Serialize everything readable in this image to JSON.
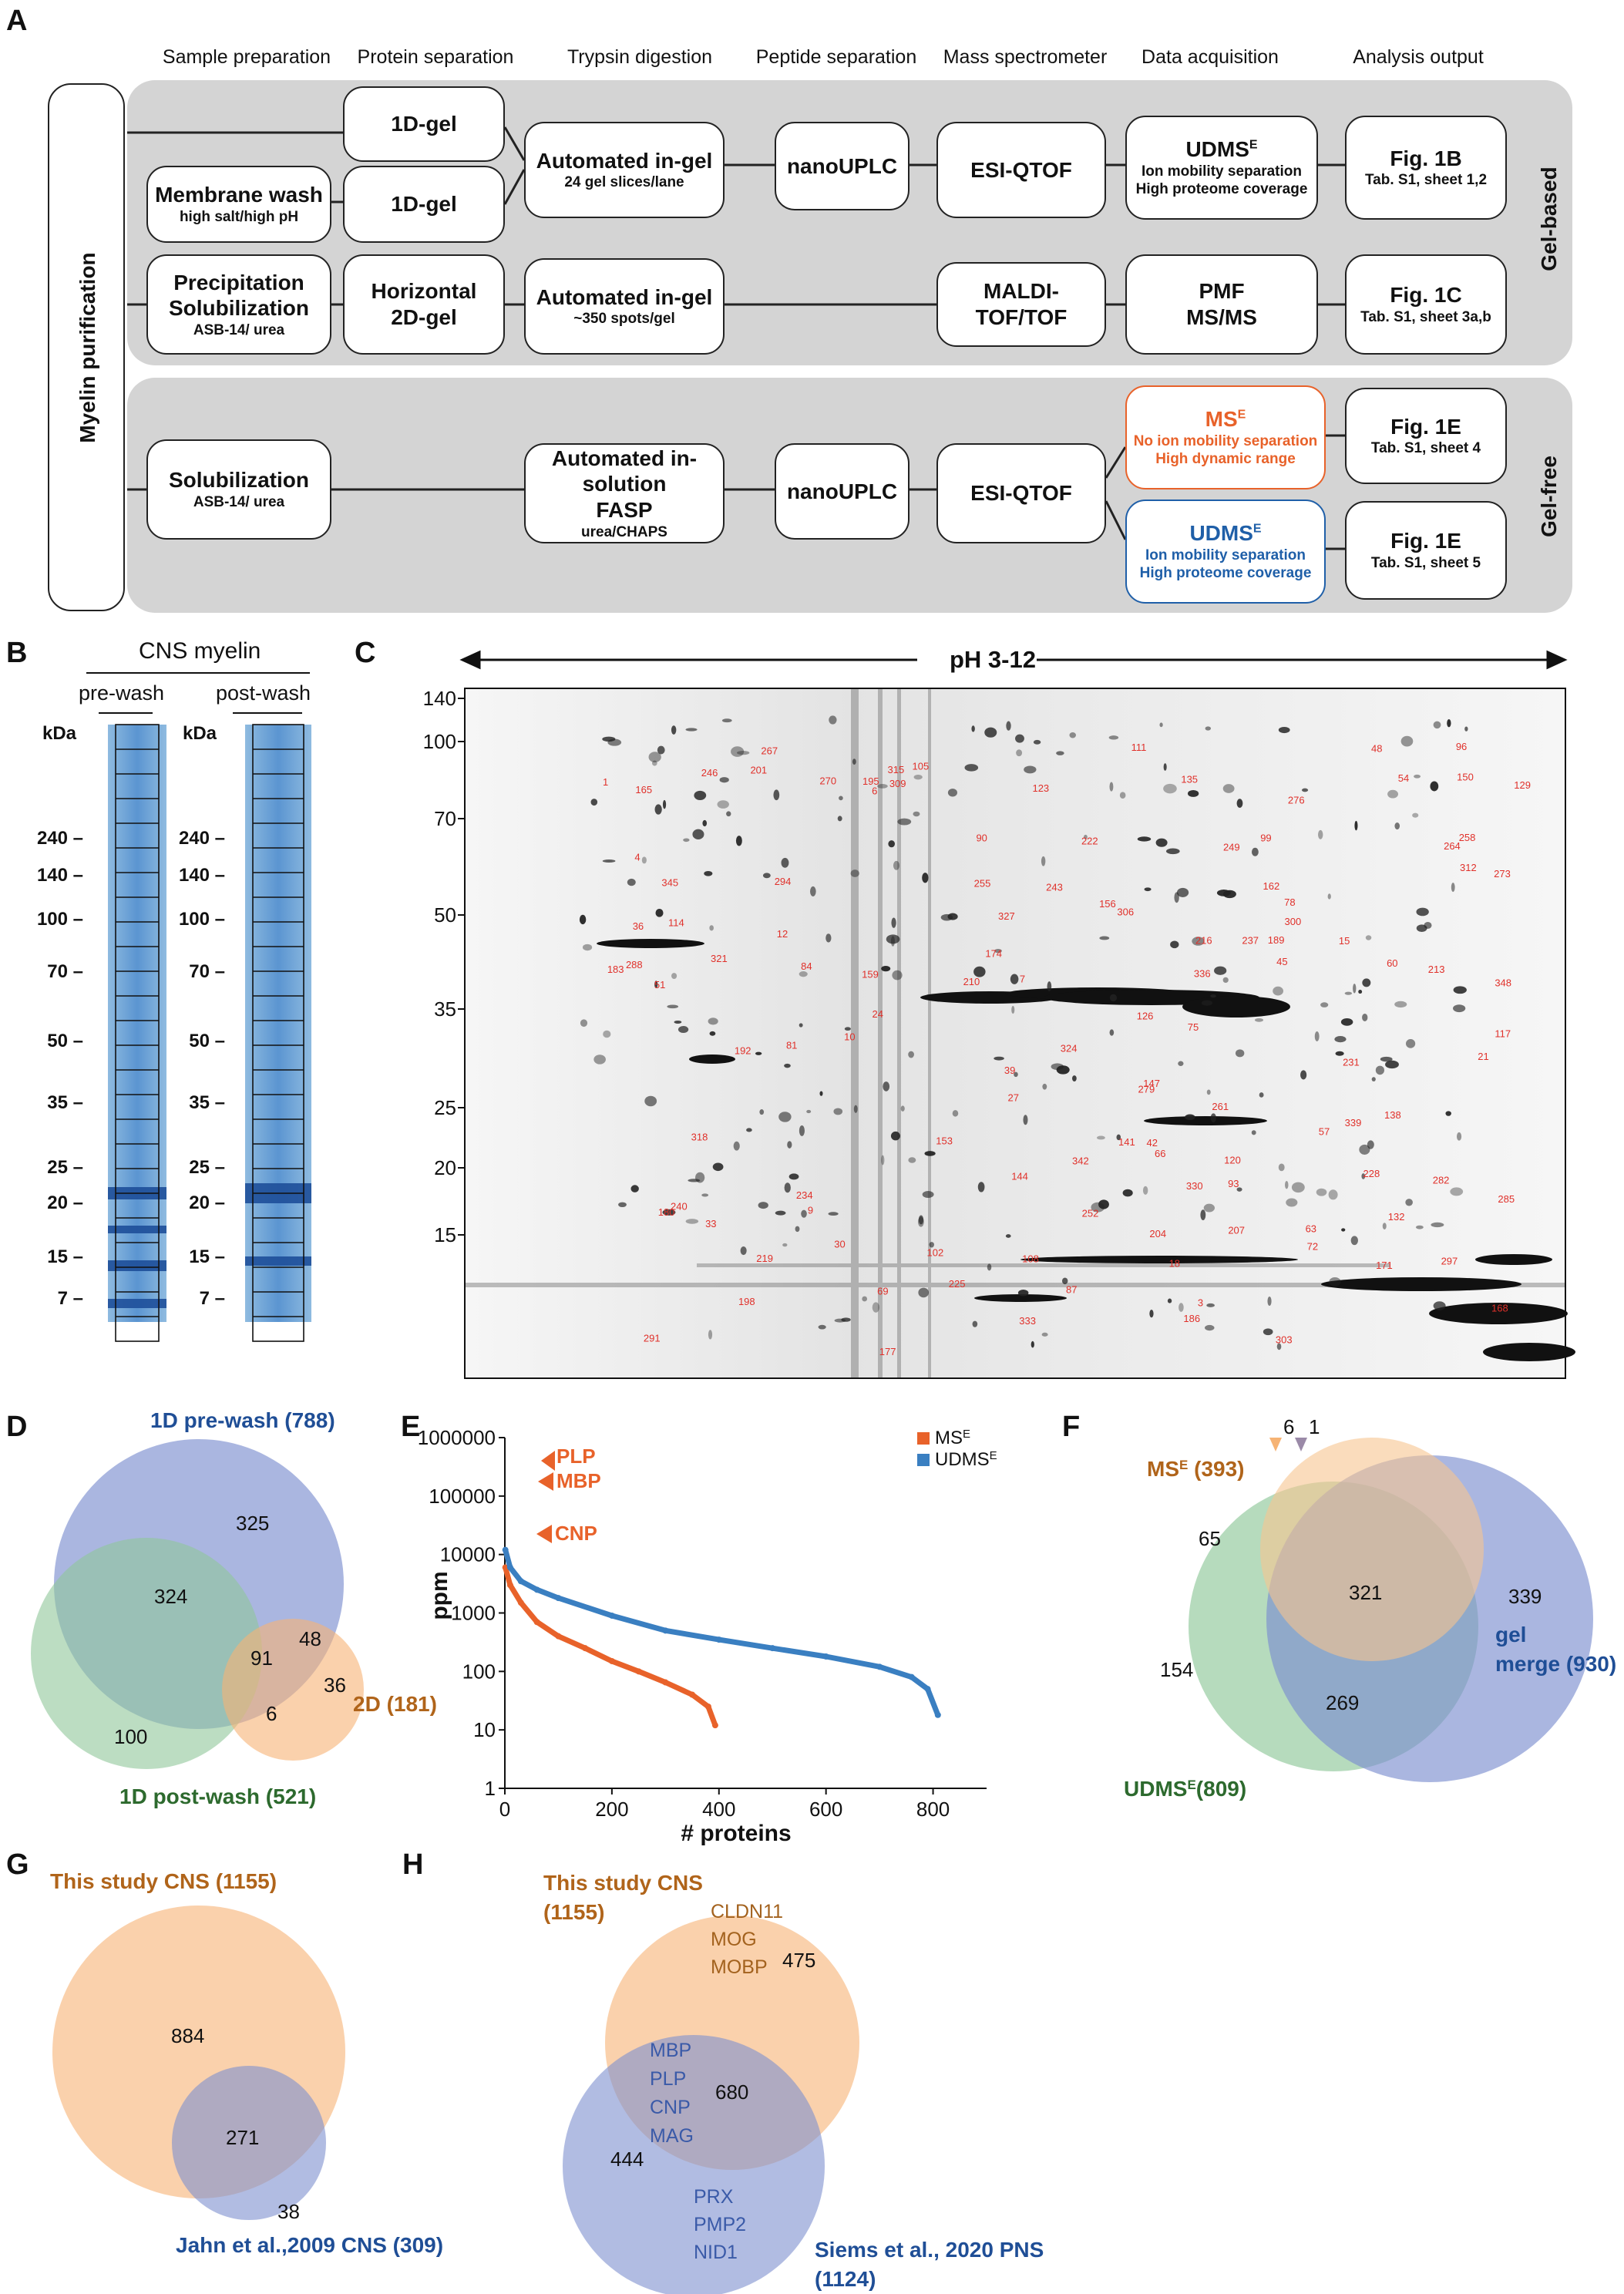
{
  "panels": {
    "A": "A",
    "B": "B",
    "C": "C",
    "D": "D",
    "E": "E",
    "F": "F",
    "G": "G",
    "H": "H"
  },
  "panel_a": {
    "headers": [
      "Sample preparation",
      "Protein separation",
      "Trypsin digestion",
      "Peptide separation",
      "Mass spectrometer",
      "Data acquisition",
      "Analysis output"
    ],
    "myelin_purification": "Myelin purification",
    "gel_based": "Gel-based",
    "gel_free": "Gel-free",
    "gel1_top": "1D-gel",
    "gel1_bottom": "1D-gel",
    "membrane_wash_title": "Membrane wash",
    "membrane_wash_sub": "high salt/high pH",
    "precip_title1": "Precipitation",
    "precip_title2": "Solubilization",
    "precip_sub": "ASB-14/ urea",
    "horizontal_title1": "Horizontal",
    "horizontal_title2": "2D-gel",
    "ingel_title": "Automated in-gel",
    "ingel_sub": "24 gel slices/lane",
    "ingel2_title": "Automated in-gel",
    "ingel2_sub": "~350 spots/gel",
    "nanouplc1": "nanoUPLC",
    "esiqtof1": "ESI-QTOF",
    "maldi": "MALDI-TOF/TOF",
    "udmse1_title": "UDMS",
    "udmse1_sup": "E",
    "udmse1_l1": "Ion mobility separation",
    "udmse1_l2": "High proteome coverage",
    "pmf_l1": "PMF",
    "pmf_l2": "MS/MS",
    "fig1b_title": "Fig. 1B",
    "fig1b_sub": "Tab. S1, sheet 1,2",
    "fig1c_title": "Fig. 1C",
    "fig1c_sub": "Tab. S1, sheet 3a,b",
    "solub_title": "Solubilization",
    "solub_sub": "ASB-14/ urea",
    "insol_title1": "Automated in-solution",
    "insol_title2": "FASP",
    "insol_sub": "urea/CHAPS",
    "nanouplc2": "nanoUPLC",
    "esiqtof2": "ESI-QTOF",
    "mse_title": "MS",
    "mse_sup": "E",
    "mse_l1": "No ion mobility separation",
    "mse_l2": "High dynamic range",
    "udmse2_title": "UDMS",
    "udmse2_sup": "E",
    "udmse2_l1": "Ion mobility separation",
    "udmse2_l2": "High proteome coverage",
    "fig1e_a_title": "Fig. 1E",
    "fig1e_a_sub": "Tab. S1, sheet 4",
    "fig1e_b_title": "Fig. 1E",
    "fig1e_b_sub": "Tab. S1, sheet 5",
    "colors": {
      "mse": "#e8622a",
      "udmse": "#1f5fa8",
      "band": "#d4d4d4"
    }
  },
  "panel_b": {
    "title": "CNS myelin",
    "pre": "pre-wash",
    "post": "post-wash",
    "kda": "kDa",
    "markers": [
      "240",
      "140",
      "100",
      "70",
      "50",
      "35",
      "25",
      "20",
      "15",
      "7"
    ]
  },
  "panel_c": {
    "ph": "pH 3-12",
    "ticks": [
      "140",
      "100",
      "70",
      "50",
      "35",
      "25",
      "20",
      "15"
    ]
  },
  "panel_d": {
    "pre": "1D pre-wash (788)",
    "post": "1D post-wash (521)",
    "twod": "2D (181)",
    "n325": "325",
    "n324": "324",
    "n91": "91",
    "n48": "48",
    "n36": "36",
    "n100": "100",
    "n6": "6"
  },
  "chart_data": {
    "type": "line",
    "xlabel": "# proteins",
    "ylabel": "ppm",
    "yscale": "log",
    "xlim": [
      0,
      900
    ],
    "ylim": [
      1,
      1000000
    ],
    "x_ticks": [
      "0",
      "200",
      "400",
      "600",
      "800"
    ],
    "y_ticks": [
      "1",
      "10",
      "100",
      "1000",
      "10000",
      "100000",
      "1000000"
    ],
    "series": [
      {
        "name": "MS",
        "sup": "E",
        "color": "#e8622a",
        "x": [
          1,
          10,
          30,
          60,
          100,
          150,
          200,
          250,
          300,
          350,
          380,
          393
        ],
        "y": [
          6000,
          3000,
          1500,
          700,
          400,
          250,
          150,
          100,
          65,
          40,
          25,
          12
        ]
      },
      {
        "name": "UDMS",
        "sup": "E",
        "color": "#3a7fc1",
        "x": [
          1,
          10,
          30,
          60,
          100,
          200,
          300,
          400,
          500,
          600,
          700,
          760,
          790,
          809
        ],
        "y": [
          12000,
          6000,
          3500,
          2500,
          1800,
          900,
          500,
          350,
          250,
          180,
          120,
          80,
          50,
          18
        ]
      }
    ],
    "annotations": [
      "PLP",
      "MBP",
      "CNP"
    ]
  },
  "panel_f": {
    "mse": "MS",
    "mse_sup": "E",
    "mse_count": " (393)",
    "udmse": "UDMS",
    "udmse_sup": "E",
    "udmse_count": "(809)",
    "gel": "gel",
    "merge": "merge (930)",
    "n6": "6",
    "n1": "1",
    "n65": "65",
    "n321": "321",
    "n339": "339",
    "n154": "154",
    "n269": "269"
  },
  "panel_g": {
    "cns": "This study CNS (1155)",
    "jahn": "Jahn et al.,2009 CNS (309)",
    "n884": "884",
    "n271": "271",
    "n38": "38"
  },
  "panel_h": {
    "cns1": "This study CNS",
    "cns2": "(1155)",
    "siems1": "Siems et al., 2020 PNS",
    "siems2": "(1124)",
    "top_genes": [
      "CLDN11",
      "MOG",
      "MOBP"
    ],
    "mid_genes": [
      "MBP",
      "PLP",
      "CNP",
      "MAG"
    ],
    "bot_genes": [
      "PRX",
      "PMP2",
      "NID1"
    ],
    "n475": "475",
    "n680": "680",
    "n444": "444"
  }
}
